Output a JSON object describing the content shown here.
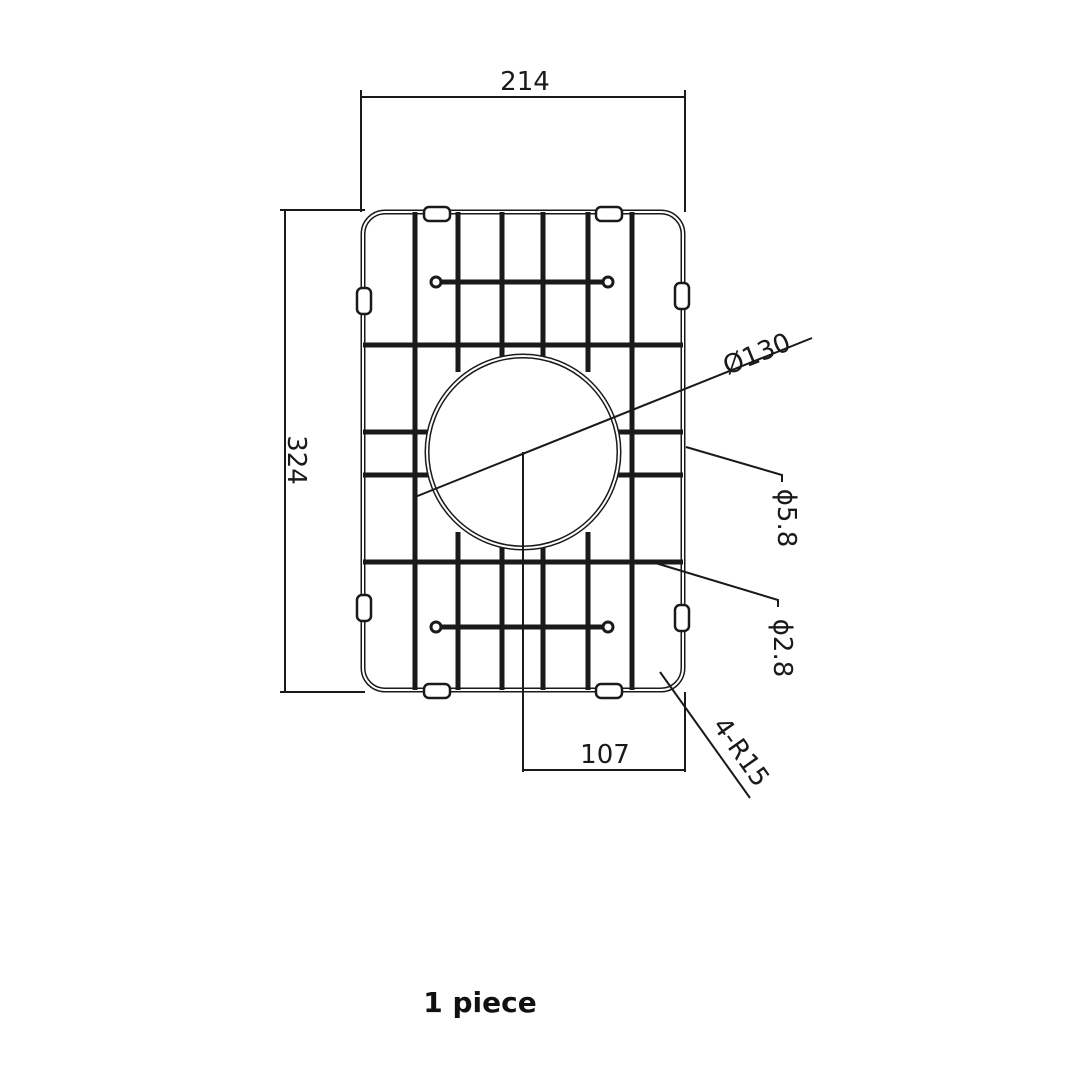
{
  "dimensions": {
    "width": "214",
    "height": "324",
    "hole_diameter": "Ø130",
    "wire_diameter_large": "ϕ5.8",
    "wire_diameter_small": "ϕ2.8",
    "half_width": "107",
    "corner_radius": "4-R15"
  },
  "caption": "1 piece",
  "colors": {
    "line": "#1a1a1a",
    "background": "#ffffff"
  }
}
